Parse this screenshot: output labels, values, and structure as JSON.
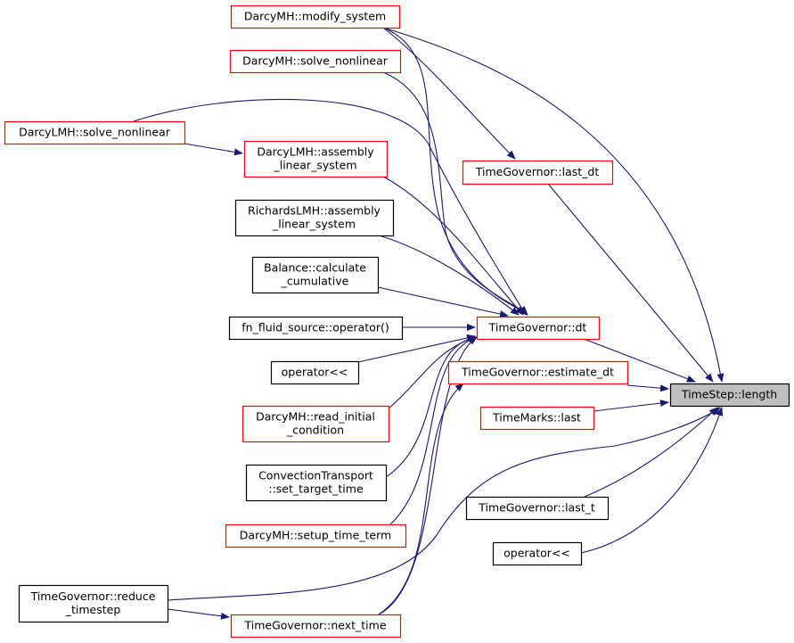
{
  "colors": {
    "edge": "#191970",
    "border_red": "#ff0000",
    "border_black": "#000000",
    "focus_fill": "#bfbfbf",
    "node_fill": "#ffffff"
  },
  "focus_node": "TimeStep::length",
  "nodes": [
    {
      "id": "n_modify",
      "lines": [
        "DarcyMH::modify_system"
      ],
      "border": "red"
    },
    {
      "id": "n_solve_nl_mh",
      "lines": [
        "DarcyMH::solve_nonlinear"
      ],
      "border": "red"
    },
    {
      "id": "n_solve_nl_lmh",
      "lines": [
        "DarcyLMH::solve_nonlinear"
      ],
      "border": "red"
    },
    {
      "id": "n_lmh_assembly",
      "lines": [
        "DarcyLMH::assembly",
        "_linear_system"
      ],
      "border": "red"
    },
    {
      "id": "n_richards",
      "lines": [
        "RichardsLMH::assembly",
        "_linear_system"
      ],
      "border": "black"
    },
    {
      "id": "n_balance",
      "lines": [
        "Balance::calculate",
        "_cumulative"
      ],
      "border": "black"
    },
    {
      "id": "n_fluid",
      "lines": [
        "fn_fluid_source::operator()"
      ],
      "border": "black"
    },
    {
      "id": "n_op1",
      "lines": [
        "operator<<"
      ],
      "border": "black"
    },
    {
      "id": "n_read_init",
      "lines": [
        "DarcyMH::read_initial",
        "_condition"
      ],
      "border": "red"
    },
    {
      "id": "n_conv",
      "lines": [
        "ConvectionTransport",
        "::set_target_time"
      ],
      "border": "black"
    },
    {
      "id": "n_setup",
      "lines": [
        "DarcyMH::setup_time_term"
      ],
      "border": "red"
    },
    {
      "id": "n_reduce",
      "lines": [
        "TimeGovernor::reduce",
        "_timestep"
      ],
      "border": "black"
    },
    {
      "id": "n_next",
      "lines": [
        "TimeGovernor::next_time"
      ],
      "border": "red"
    },
    {
      "id": "n_last_dt",
      "lines": [
        "TimeGovernor::last_dt"
      ],
      "border": "red"
    },
    {
      "id": "n_dt",
      "lines": [
        "TimeGovernor::dt"
      ],
      "border": "red"
    },
    {
      "id": "n_estimate",
      "lines": [
        "TimeGovernor::estimate_dt"
      ],
      "border": "red"
    },
    {
      "id": "n_marks_last",
      "lines": [
        "TimeMarks::last"
      ],
      "border": "red"
    },
    {
      "id": "n_last_t",
      "lines": [
        "TimeGovernor::last_t"
      ],
      "border": "black"
    },
    {
      "id": "n_op2",
      "lines": [
        "operator<<"
      ],
      "border": "black"
    },
    {
      "id": "n_length",
      "lines": [
        "TimeStep::length"
      ],
      "border": "black",
      "focus": true
    }
  ],
  "edges": [
    {
      "from": "n_modify",
      "to": "n_length"
    },
    {
      "from": "n_modify",
      "to": "n_last_dt"
    },
    {
      "from": "n_modify",
      "to": "n_dt"
    },
    {
      "from": "n_solve_nl_mh",
      "to": "n_dt"
    },
    {
      "from": "n_solve_nl_lmh",
      "to": "n_lmh_assembly"
    },
    {
      "from": "n_solve_nl_lmh",
      "to": "n_dt"
    },
    {
      "from": "n_lmh_assembly",
      "to": "n_dt"
    },
    {
      "from": "n_richards",
      "to": "n_dt"
    },
    {
      "from": "n_balance",
      "to": "n_dt"
    },
    {
      "from": "n_fluid",
      "to": "n_dt"
    },
    {
      "from": "n_op1",
      "to": "n_dt"
    },
    {
      "from": "n_read_init",
      "to": "n_dt"
    },
    {
      "from": "n_conv",
      "to": "n_dt"
    },
    {
      "from": "n_setup",
      "to": "n_dt"
    },
    {
      "from": "n_reduce",
      "to": "n_next"
    },
    {
      "from": "n_reduce",
      "to": "n_length"
    },
    {
      "from": "n_next",
      "to": "n_dt"
    },
    {
      "from": "n_next",
      "to": "n_estimate"
    },
    {
      "from": "n_last_dt",
      "to": "n_length"
    },
    {
      "from": "n_dt",
      "to": "n_length"
    },
    {
      "from": "n_estimate",
      "to": "n_length"
    },
    {
      "from": "n_marks_last",
      "to": "n_length"
    },
    {
      "from": "n_last_t",
      "to": "n_length"
    },
    {
      "from": "n_op2",
      "to": "n_length"
    }
  ]
}
